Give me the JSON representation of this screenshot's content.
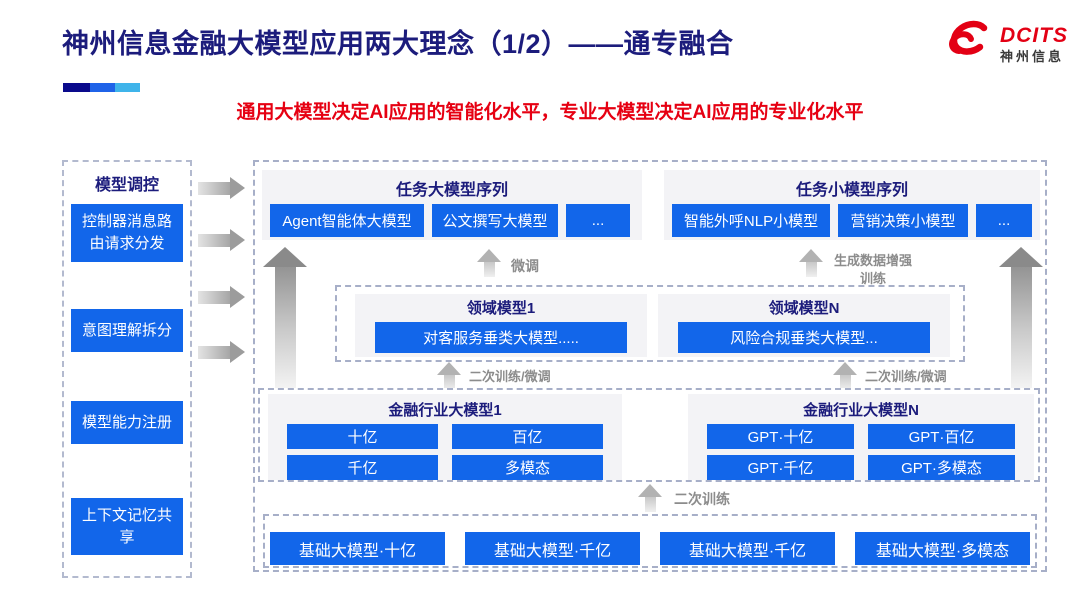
{
  "slide": {
    "title": "神州信息金融大模型应用两大理念（1/2）——通专融合",
    "subtitle": "通用大模型决定AI应用的智能化水平，专业大模型决定AI应用的专业化水平"
  },
  "logo": {
    "name": "DCITS",
    "cn": "神州信息"
  },
  "sidebar": {
    "title": "模型调控",
    "items": [
      "控制器消息路由请求分发",
      "意图理解拆分",
      "模型能力注册",
      "上下文记忆共享"
    ]
  },
  "task_large": {
    "title": "任务大模型序列",
    "items": [
      "Agent智能体大模型",
      "公文撰写大模型",
      "..."
    ]
  },
  "task_small": {
    "title": "任务小模型序列",
    "items": [
      "智能外呼NLP小模型",
      "营销决策小模型",
      "..."
    ]
  },
  "labels": {
    "fine_tune": "微调",
    "augment": "生成数据增强训练",
    "retrain_left": "二次训练/微调",
    "retrain_right": "二次训练/微调",
    "secondary": "二次训练"
  },
  "domain": [
    {
      "title": "领域模型1",
      "model": "对客服务垂类大模型....."
    },
    {
      "title": "领域模型N",
      "model": "风险合规垂类大模型..."
    }
  ],
  "industry": [
    {
      "title": "金融行业大模型1",
      "items": [
        "十亿",
        "百亿",
        "千亿",
        "多模态"
      ]
    },
    {
      "title": "金融行业大模型N",
      "items": [
        "GPT·十亿",
        "GPT·百亿",
        "GPT·千亿",
        "GPT·多模态"
      ]
    }
  ],
  "base_models": [
    "基础大模型·十亿",
    "基础大模型·千亿",
    "基础大模型·千亿",
    "基础大模型·多模态"
  ],
  "colors": {
    "accent_blue": "#1266EA",
    "title_navy": "#1C1C7C",
    "subtitle_red": "#E60012",
    "label_gray": "#8C8C8C",
    "logo_red": "#E30014"
  }
}
